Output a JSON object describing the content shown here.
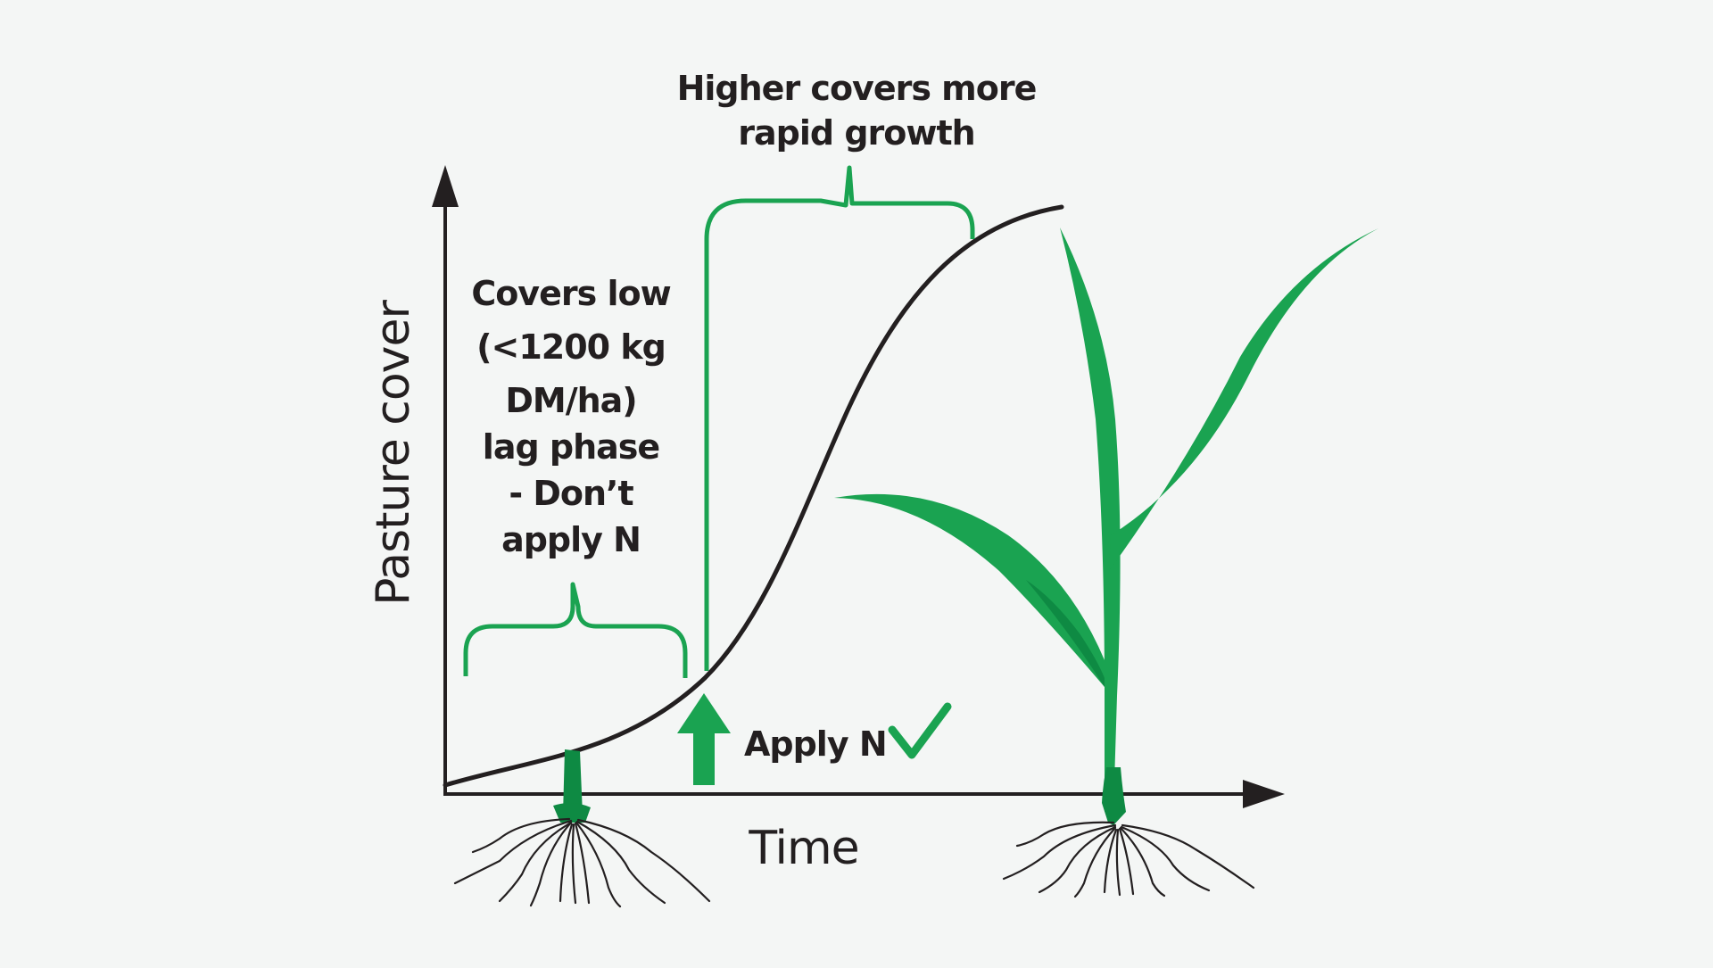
{
  "axes": {
    "y_label": "Pasture cover",
    "x_label": "Time"
  },
  "annotations": {
    "high_cover": [
      "Higher covers more",
      "rapid growth"
    ],
    "low_cover": [
      "Covers low",
      "(<1200 kg",
      "DM/ha)",
      "lag phase",
      "- Don’t",
      "apply N"
    ],
    "apply": "Apply N"
  },
  "icons": {
    "arrow": "up-arrow-icon",
    "check": "checkmark-icon",
    "seedling": "small-plant-icon",
    "tall_plant": "large-plant-icon"
  },
  "colors": {
    "background": "#f4f6f5",
    "ink": "#231f20",
    "green": "#1aa351",
    "dark_green": "#0e8a43"
  }
}
